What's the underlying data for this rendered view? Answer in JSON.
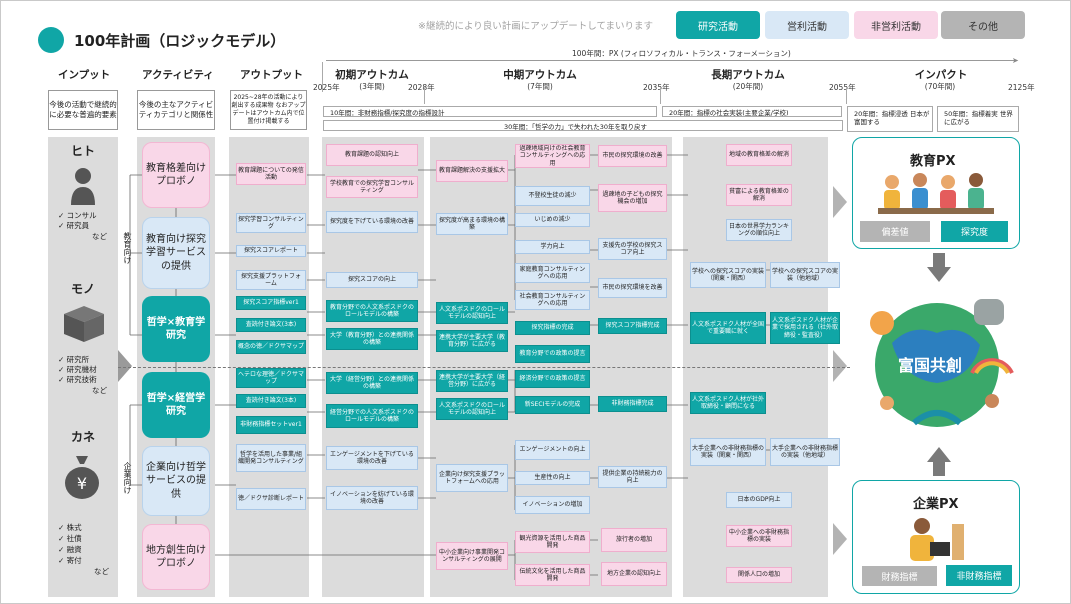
{
  "title": "100年計画（ロジックモデル）",
  "note": "※継続的により良い計画にアップデートしてまいります",
  "legend": [
    "研究活動",
    "営利活動",
    "非営利活動",
    "その他"
  ],
  "colors": {
    "research": "#10a6a6",
    "profit": "#d9e8f6",
    "nonprofit": "#f9d7e8",
    "other": "#b4b4b4"
  },
  "timeline": {
    "label": "100年間：PX (フィロソフィカル・トランス・フォーメーション)"
  },
  "headers": {
    "input": "インプット",
    "activity": "アクティビティ",
    "output": "アウトプット",
    "short": "初期アウトカム",
    "short_sub": "(3年間)",
    "mid": "中期アウトカム",
    "mid_sub": "(7年間)",
    "long": "長期アウトカム",
    "long_sub": "(20年間)",
    "impact": "インパクト",
    "impact_sub": "(70年間)"
  },
  "years": [
    "2025年",
    "2028年",
    "2035年",
    "2055年",
    "2125年"
  ],
  "descs": {
    "input": "今後の活動で継続的に必要な普遍的要素",
    "activity": "今後の主なアクティビティカテゴリと関係性",
    "output": "2025~28年の活動により創出する成果物 なおアップデートはアウトカム内で位置付け掲載する"
  },
  "bars": {
    "b10": "10年間：非財務指標/探究度の指標設計",
    "b30": "30年間：「哲学の力」で失われた30年を取り戻す",
    "b20": "20年間：指標の社会実装(主要企業/学校)",
    "i20": "20年間：指標浸透 日本が富国する",
    "i50": "50年間：指標着実 世界に広がる"
  },
  "inputs": [
    {
      "name": "ヒト",
      "items": [
        "✓ コンサル",
        "✓ 研究員",
        "など"
      ]
    },
    {
      "name": "モノ",
      "items": [
        "✓ 研究所",
        "✓ 研究機材",
        "✓ 研究技術",
        "など"
      ]
    },
    {
      "name": "カネ",
      "items": [
        "✓ 株式",
        "✓ 社債",
        "✓ 融資",
        "✓ 寄付",
        "など"
      ]
    }
  ],
  "vlabels": {
    "edu": "教育向け",
    "corp": "企業向け"
  },
  "activities": [
    {
      "label": "教育格差向けプロボノ"
    },
    {
      "label": "教育向け探究学習サービスの提供"
    },
    {
      "label": "哲学×教育学研究"
    },
    {
      "label": "哲学×経営学研究"
    },
    {
      "label": "企業向け哲学サービスの提供"
    },
    {
      "label": "地方創生向けプロボノ"
    }
  ],
  "outputs": [
    "教育課題についての発信活動",
    "探究学習コンサルティング",
    "探究スコアレポート",
    "探究支援プラットフォーム",
    "探究スコア指標ver1",
    "査読付き論文(3本)",
    "概念の徳／ドクサマップ",
    "ヘテロな理徳／ドクサマップ",
    "査読付き論文(3本)",
    "非財務指標セットver1",
    "哲学を活用した事業/組織開発コンサルティング",
    "徳／ドクサ診断レポート"
  ],
  "short": [
    "教育課題の認知向上",
    "学校教育での探究学習コンサルティング",
    "探究度を下げている環境の改善",
    "探究スコアの向上",
    "教育分野での人文系ポスドクのロールモデルの構築",
    "大学（教育分野）との連携関係の構築",
    "大学（経営分野）との連携関係の構築",
    "経営分野での人文系ポスドクのロールモデルの構築",
    "エンゲージメントを下げている環境の改善",
    "イノベーションを妨げている環境の改善"
  ],
  "mid": [
    "教育課題解決の支援拡大",
    "探究度が高まる環境の構築",
    "人文系ポスドクのロールモデルの認知向上",
    "連携大学が主要大学（教育分野）に広がる",
    "探究指標の完成",
    "教育分野での政策の提言",
    "連携大学が主要大学（経営分野）に広がる",
    "人文系ポスドクのロールモデルの認知向上",
    "経済分野での政策の提言",
    "新SECIモデルの完成",
    "企業向け探究支援プラットフォームへの応用",
    "中小企業向け事業開発コンサルティングの展開"
  ],
  "mid2": [
    "過疎地域向けの社会教育コンサルティングへの応用",
    "不登校生徒の減少",
    "いじめの減少",
    "学力向上",
    "家庭教育コンサルティングへの応用",
    "社会教育コンサルティングへの応用",
    "探究スコア指標完成",
    "エンゲージメントの向上",
    "生産性の向上",
    "イノベーションの増加",
    "観光資源を活用した商品開発",
    "伝統文化を活用した商品開発"
  ],
  "mid3": [
    "市民の探究環境の改善",
    "過疎地の子どもの探究機会の増加",
    "支援先の学校の探究スコア向上",
    "市民の探究環境を改善",
    "提供企業の持続能力の向上",
    "非財務指標完成",
    "旅行者の増加",
    "地方企業の認知向上"
  ],
  "long": [
    "地域の教育格差の解消",
    "貧富による教育格差の解消",
    "日本の世界学力ランキングの順位向上",
    "学校への探究スコアの実装（関東・関西）",
    "学校への探究スコアの実装（他地域）",
    "人文系ポスドク人材が全国で重要職に就く",
    "人文系ポスドク人材が企業で採用される（社外取締役・監査役）",
    "人文系ポスドク人材が社外取締役・顧問になる",
    "大手企業への非財務指標の実装（関東・関西）",
    "大手企業への非財務指標の実装（他地域）",
    "日本のGDP向上",
    "中小企業への非財務指標の実装",
    "関係人口の増加"
  ],
  "impact": {
    "edu": "教育PX",
    "edu_btn1": "偏差値",
    "edu_btn2": "探究度",
    "center": "富国共創",
    "corp": "企業PX",
    "corp_btn1": "財務指標",
    "corp_btn2": "非財務指標"
  }
}
